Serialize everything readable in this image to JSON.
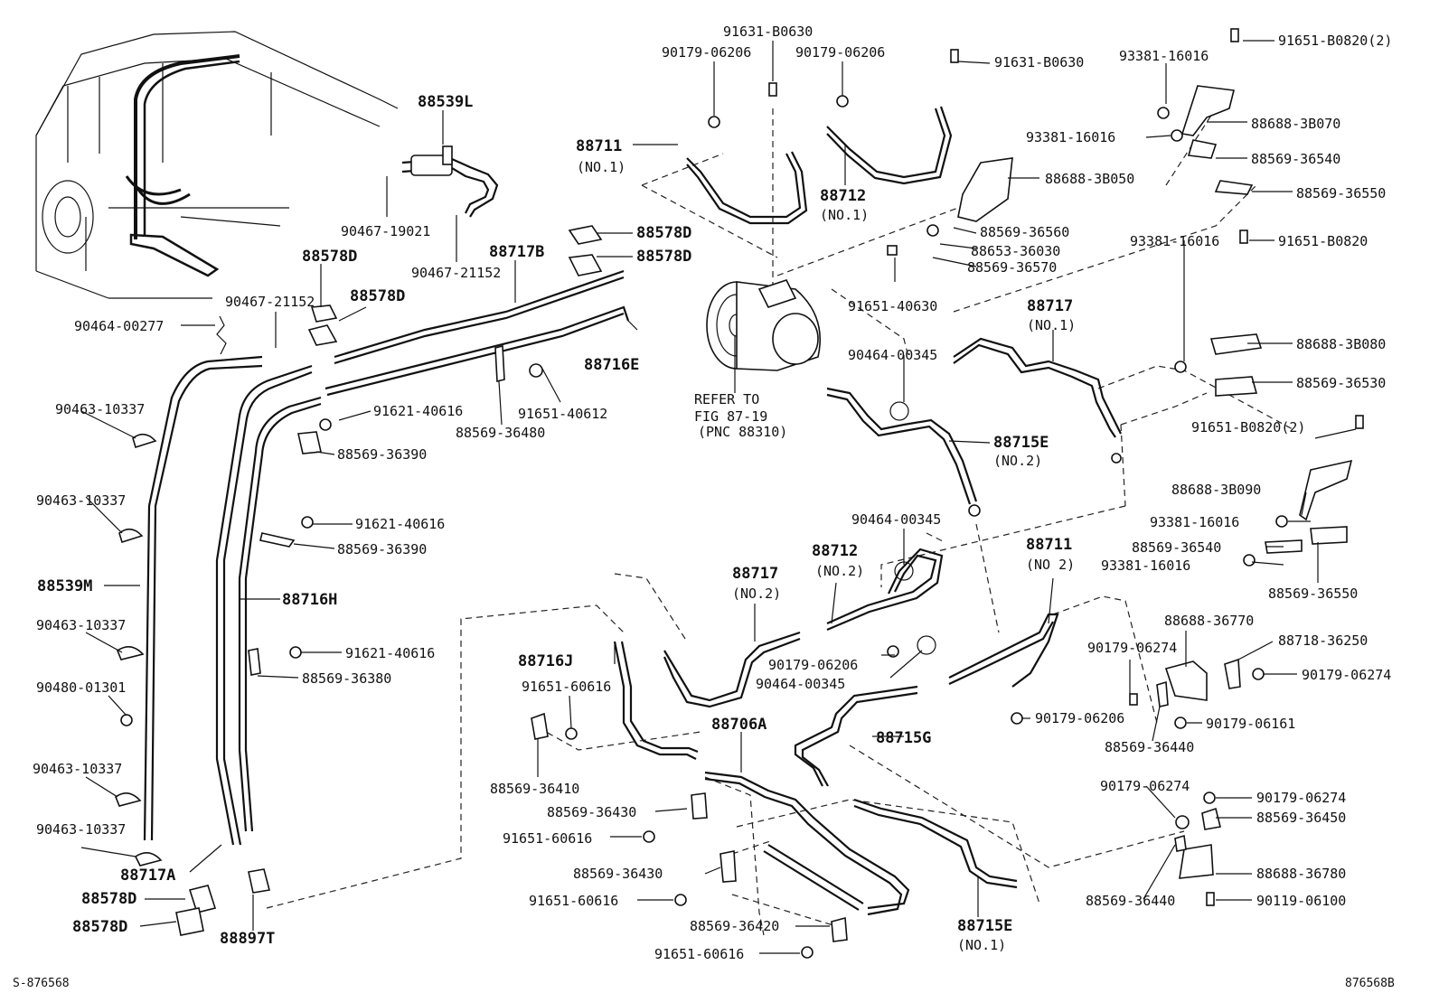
{
  "labels": {
    "l1": "91631-B0630",
    "l2": "90179-06206",
    "l3": "90179-06206",
    "l4": "91631-B0630",
    "l5": "93381-16016",
    "l6": "91651-B0820(2)",
    "l7": "88539L",
    "l8": "88711",
    "l9": "(NO.1)",
    "l10": "88688-3B070",
    "l11": "93381-16016",
    "l12": "88569-36540",
    "l13": "88688-3B050",
    "l14": "88569-36550",
    "l15": "88712",
    "l16": "(NO.1)",
    "l17": "90467-19021",
    "l18": "88569-36560",
    "l19": "88653-36030",
    "l20": "88578D",
    "l21": "90467-21152",
    "l22": "88717B",
    "l23": "88578D",
    "l24": "88569-36570",
    "l25": "88578D",
    "l26": "90467-21152",
    "l27": "88578D",
    "l28": "91651-40630",
    "l29": "88717",
    "l30": "(NO.1)",
    "l31": "93381-16016",
    "l32": "91651-B0820",
    "l33": "90464-00277",
    "l34": "88688-3B080",
    "l35": "88716E",
    "l36": "90464-00345",
    "l37": "88569-36530",
    "l38": "REFER TO",
    "l39": "FIG 87-19",
    "l40": "(PNC 88310)",
    "l41": "90463-10337",
    "l42": "91621-40616",
    "l43": "91651-40612",
    "l44": "88569-36480",
    "l45": "88715E",
    "l46": "(NO.2)",
    "l47": "91651-B0820(2)",
    "l48": "88569-36390",
    "l49": "88688-3B090",
    "l50": "90463-10337",
    "l51": "90464-00345",
    "l52": "91621-40616",
    "l53": "93381-16016",
    "l54": "88569-36390",
    "l55": "88712",
    "l56": "(NO.2)",
    "l57": "88711",
    "l58": "(NO 2)",
    "l59": "88569-36540",
    "l60": "93381-16016",
    "l61": "88539M",
    "l62": "88717",
    "l63": "(NO.2)",
    "l64": "88569-36550",
    "l65": "88716H",
    "l66": "88688-36770",
    "l67": "90463-10337",
    "l68": "91621-40616",
    "l69": "88716J",
    "l70": "90179-06274",
    "l71": "88718-36250",
    "l72": "88569-36380",
    "l73": "90179-06206",
    "l74": "90464-00345",
    "l75": "90179-06274",
    "l76": "90480-01301",
    "l77": "91651-60616",
    "l78": "90179-06206",
    "l79": "90179-06161",
    "l80": "88706A",
    "l81": "88715G",
    "l82": "88569-36440",
    "l83": "90463-10337",
    "l84": "88569-36410",
    "l85": "90179-06274",
    "l86": "90179-06274",
    "l87": "88569-36430",
    "l88": "88569-36450",
    "l89": "90463-10337",
    "l90": "91651-60616",
    "l91": "88717A",
    "l92": "88569-36430",
    "l93": "88688-36780",
    "l94": "88578D",
    "l95": "91651-60616",
    "l96": "90119-06100",
    "l97": "88569-36440",
    "l98": "88578D",
    "l99": "88897T",
    "l100": "88569-36420",
    "l101": "88715E",
    "l102": "(NO.1)",
    "l103": "91651-60616"
  },
  "footer": {
    "left_code": "S-876568",
    "right_code": "876568B"
  }
}
